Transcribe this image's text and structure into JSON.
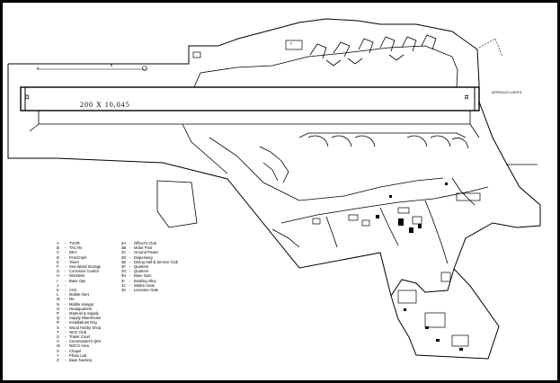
{
  "runway": {
    "dimensions": "200 X 10,045",
    "end_left": "13",
    "end_right": "31"
  },
  "labels": {
    "approach_lights": "APPROACH LIGHTS",
    "pad_a": "A",
    "pad_b": "B",
    "pad_f": "F"
  },
  "legend_left": [
    {
      "code": "A",
      "label": "TVOR"
    },
    {
      "code": "B",
      "label": "TACAN"
    },
    {
      "code": "C",
      "label": "DEA"
    },
    {
      "code": "D",
      "label": "Fire/Crash"
    },
    {
      "code": "E",
      "label": "Tower"
    },
    {
      "code": "F",
      "label": "Sea Wand Storage"
    },
    {
      "code": "G",
      "label": "Corrosion Control"
    },
    {
      "code": "H",
      "label": "Workbins"
    },
    {
      "code": "I",
      "label": "Base Ops"
    },
    {
      "code": "J",
      "label": ""
    },
    {
      "code": "K",
      "label": "CSC"
    },
    {
      "code": "L",
      "label": "Mobile Alert"
    },
    {
      "code": "M",
      "label": "Mx"
    },
    {
      "code": "N",
      "label": "Mobile Hangar"
    },
    {
      "code": "O",
      "label": "Headquarters"
    },
    {
      "code": "P",
      "label": "Materiel & Supply"
    },
    {
      "code": "Q",
      "label": "Supply Warehouse"
    },
    {
      "code": "R",
      "label": "Installations Eng"
    },
    {
      "code": "S",
      "label": "Wood Hobby Shop"
    },
    {
      "code": "T",
      "label": "NCO Club"
    },
    {
      "code": "U",
      "label": "Trailer Court"
    },
    {
      "code": "V",
      "label": "Commander's Qtrs"
    },
    {
      "code": "W",
      "label": "MSCX Area"
    },
    {
      "code": "X",
      "label": "Chapel"
    },
    {
      "code": "Y",
      "label": "Photo Lab"
    },
    {
      "code": "Z",
      "label": "Base Nursery"
    }
  ],
  "legend_right": [
    {
      "code": "3A",
      "label": "Officer's Club"
    },
    {
      "code": "3B",
      "label": "Motor Pool"
    },
    {
      "code": "3C",
      "label": "Ground Power"
    },
    {
      "code": "3D",
      "label": "Dispensary"
    },
    {
      "code": "3E",
      "label": "Dining Hall & Service Club"
    },
    {
      "code": "3F",
      "label": "Quarters"
    },
    {
      "code": "3G",
      "label": "Quarters"
    },
    {
      "code": "3H",
      "label": "Base Gym"
    },
    {
      "code": "3I",
      "label": "Bowling Alley"
    },
    {
      "code": "3J",
      "label": "Walton Gate"
    },
    {
      "code": "3K",
      "label": "Leicester Gate"
    }
  ]
}
